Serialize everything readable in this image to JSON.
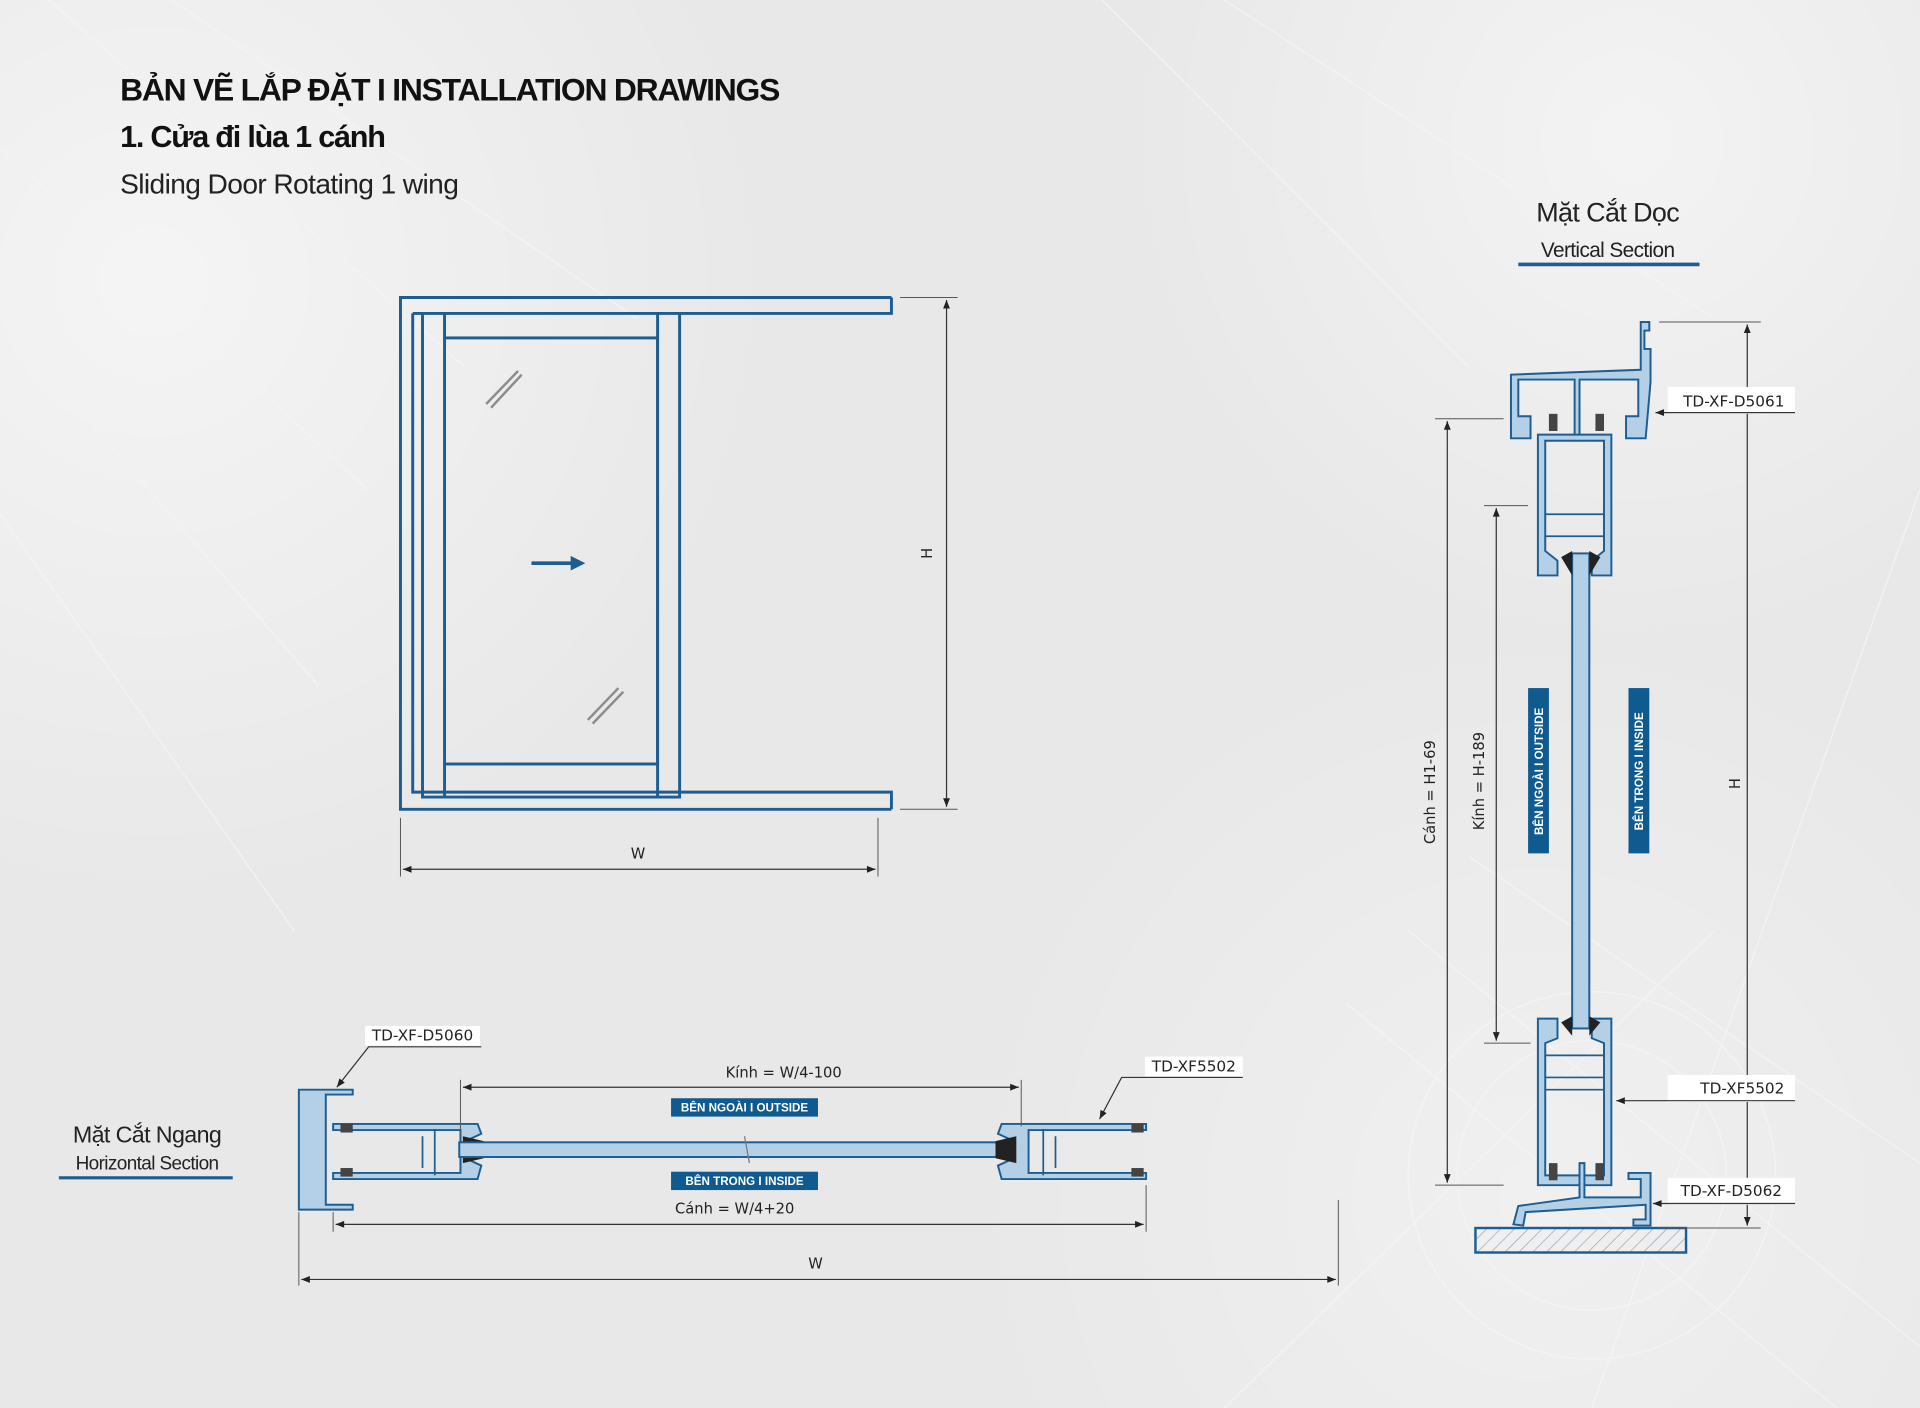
{
  "header": {
    "title": "BẢN VẼ LẮP ĐẶT  I  INSTALLATION DRAWINGS",
    "subtitle_vi": "1. Cửa đi lùa 1 cánh",
    "subtitle_en": "Sliding Door Rotating 1 wing"
  },
  "elevation": {
    "height_label": "H",
    "width_label": "W"
  },
  "horizontal_section": {
    "title_vi": "Mặt Cắt Ngang",
    "title_en": "Horizontal Section",
    "codes": [
      "TD-XF-D5060",
      "TD-XF5502"
    ],
    "glass_dim": "Kính = W/4-100",
    "sash_dim": "Cánh = W/4+20",
    "width_label": "W",
    "outside_label": "BÊN NGOÀI  I  OUTSIDE",
    "inside_label": "BÊN TRONG  I  INSIDE"
  },
  "vertical_section": {
    "title_vi": "Mặt Cắt Dọc",
    "title_en": "Vertical Section",
    "codes": [
      "TD-XF-D5061",
      "TD-XF5502",
      "TD-XF-D5062"
    ],
    "sash_dim": "Cánh = H1-69",
    "glass_dim": "Kính = H-189",
    "height_label": "H",
    "outside_label": "BÊN NGOÀI  I  OUTSIDE",
    "inside_label": "BÊN TRONG  I  INSIDE"
  },
  "colors": {
    "profile_stroke": "#1d5d91",
    "profile_fill": "#b3d0e6",
    "badge": "#0f5a8f"
  }
}
